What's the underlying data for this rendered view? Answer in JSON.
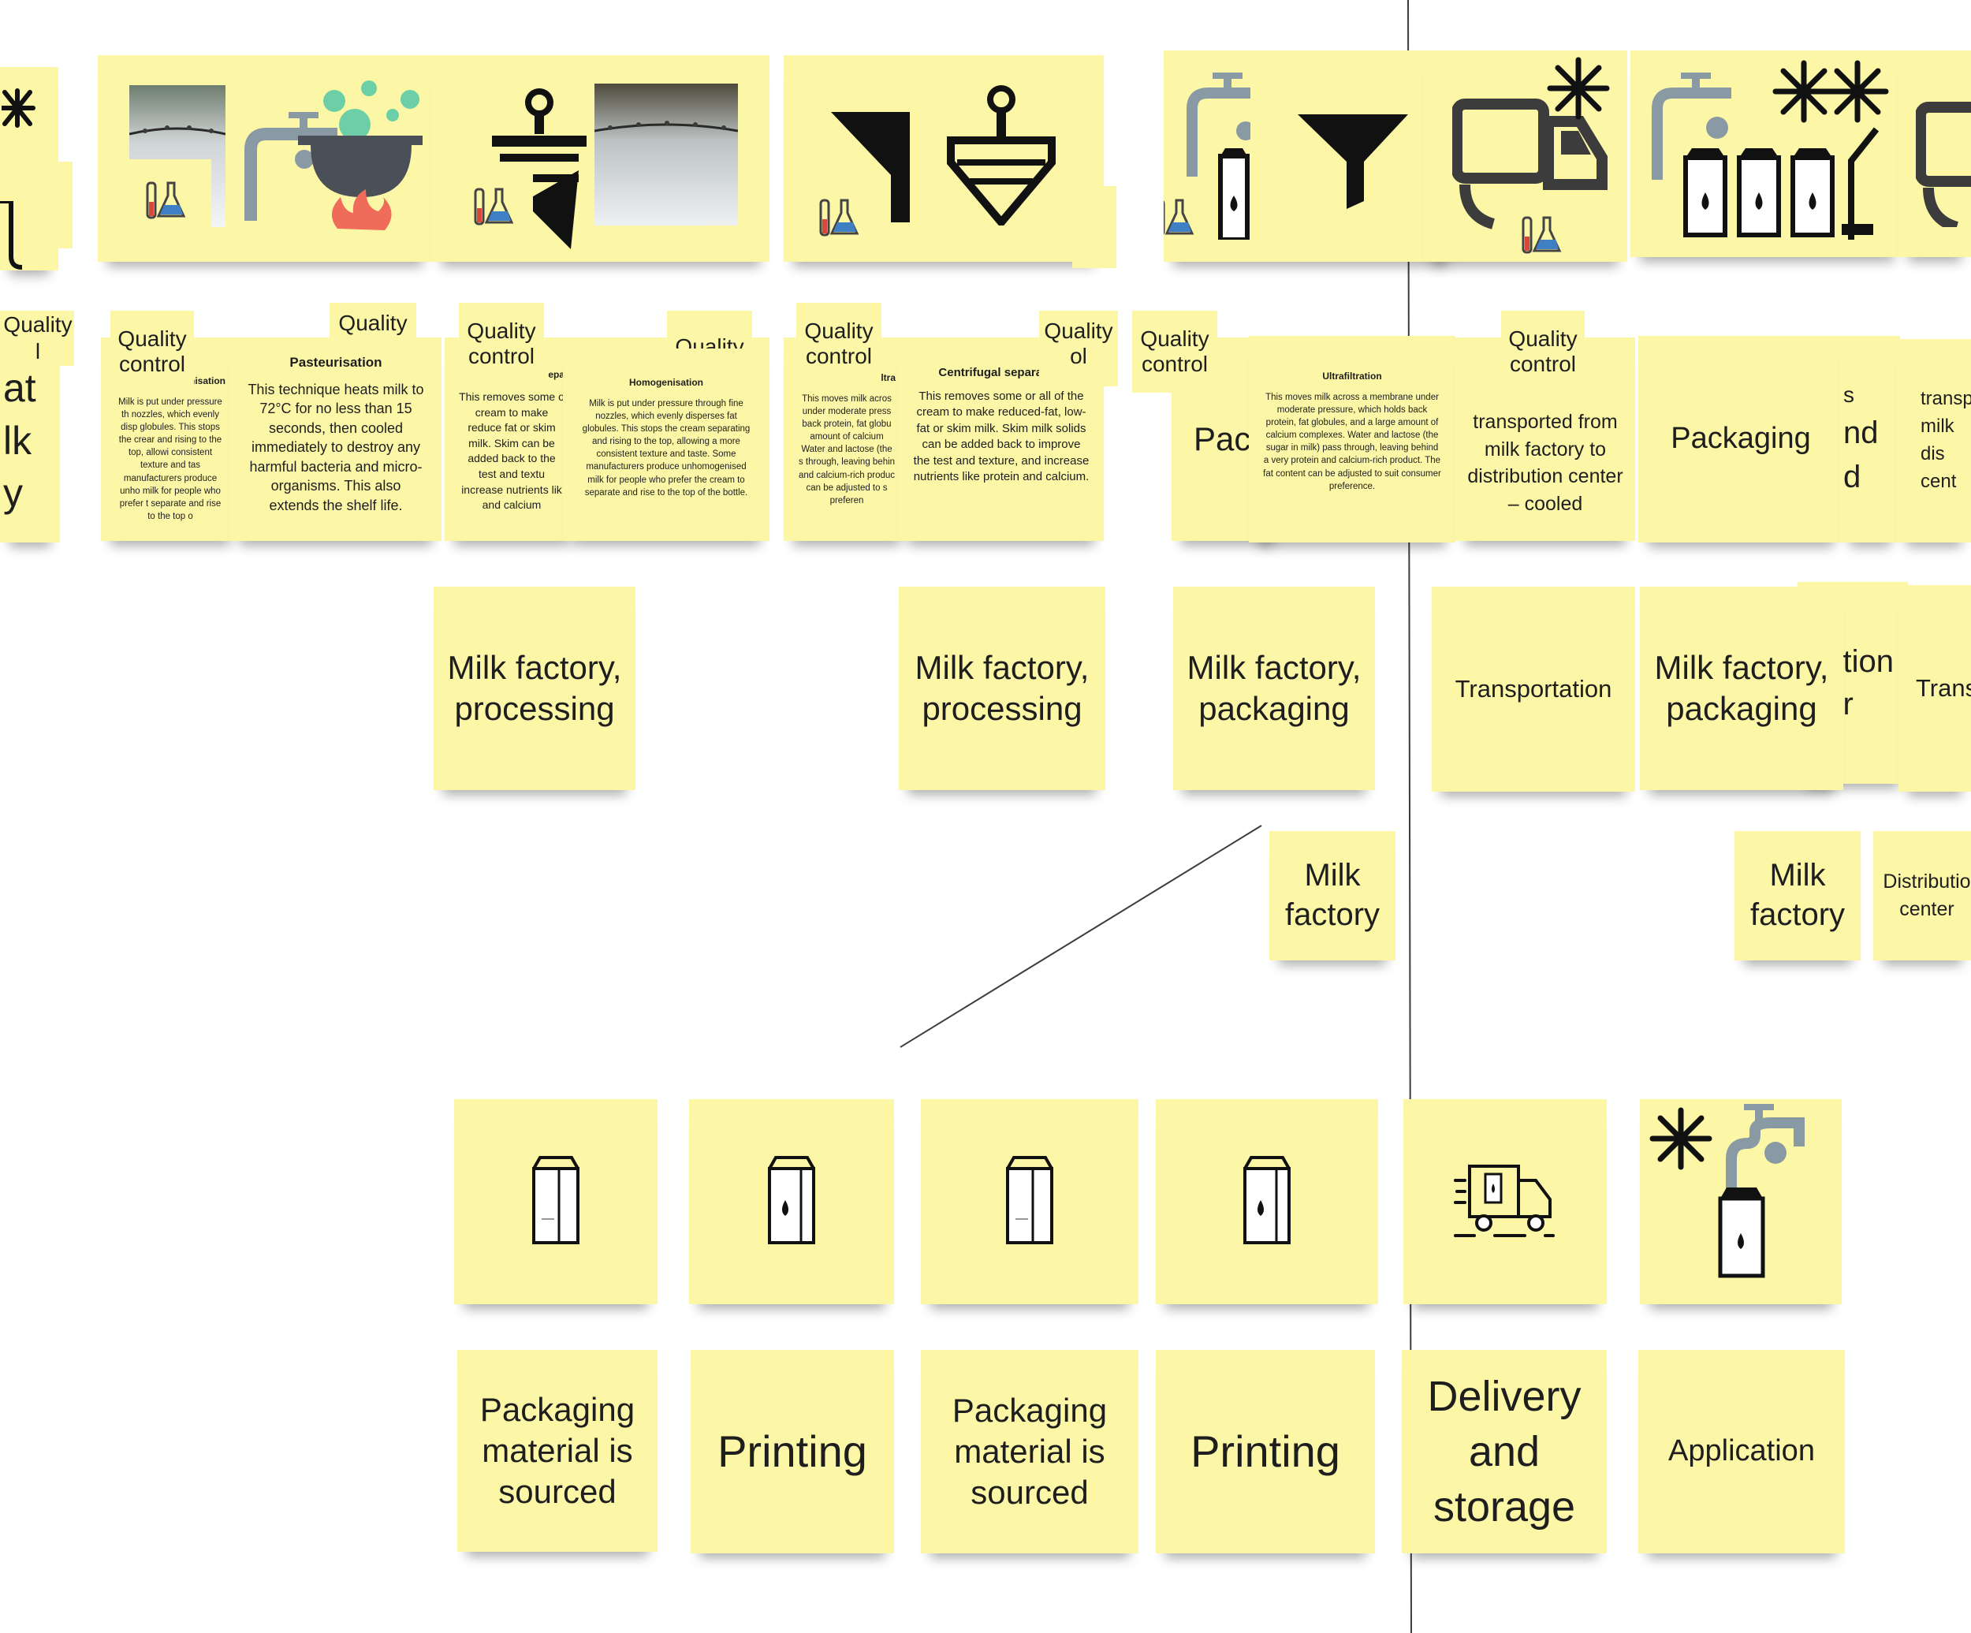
{
  "colors": {
    "sticky": "#fcf6a7",
    "divider": "#3c3c3c",
    "pipe": "#8a9aa4",
    "pot": "#4a4f58",
    "flame": "#ef6b5a",
    "bubble": "#6dcfa7",
    "liquid": "#3f7fc4"
  },
  "notes": {
    "quality": "Quality control",
    "quality_partial": "Quality",
    "quality_l": "Quality l",
    "quality_ol": "Quality ol",
    "pasteurisation": {
      "heading": "Pasteurisation",
      "body": "This technique heats milk to 72°C for no less than 15 seconds, then cooled immediately to destroy any harmful bacteria and micro-organisms. This also extends the shelf life."
    },
    "homogenisation": {
      "heading": "Homogenisation",
      "body": "Milk is put under pressure through fine nozzles, which evenly disperses fat globules. This stops the cream separating and rising to the top, allowing a more consistent texture and taste. Some manufacturers produce unhomogenised milk for people who prefer the cream to separate and rise to the top of the bottle."
    },
    "homogenisation_partial": {
      "heading": "enisation",
      "body": "Milk is put under pressure th nozzles, which evenly disp globules. This stops the crear and rising to the top, allowi consistent texture and tas manufacturers produce unho milk for people who prefer t separate and rise to the top o"
    },
    "centrifugal": {
      "heading": "Centrifugal separation",
      "body": "This removes some or all of the cream to make reduced-fat, low-fat or skim milk. Skim milk solids can be added back to improve the test and texture, and increase nutrients like protein and calcium."
    },
    "centrifugal_partial": {
      "heading": "epa",
      "body": "This removes some o cream to make reduce fat or skim milk. Skim can be added back to the test and textu increase nutrients lik and calcium"
    },
    "ultrafiltration": {
      "heading": "Ultrafiltration",
      "body": "This moves milk across a membrane under moderate pressure, which holds back protein, fat globules, and a large amount of calcium complexes. Water and lactose (the sugar in milk) pass through, leaving behind a very protein and calcium-rich product. The fat content can be adjusted to suit consumer preference."
    },
    "ultrafiltration_partial": {
      "heading": "iltra",
      "body": "This moves milk acros under moderate press back protein, fat globu amount of calcium Water and lactose (the s through, leaving behin and calcium-rich produc can be adjusted to s preferen"
    },
    "edge_fragment": {
      "l1": "at",
      "l2": "lk",
      "l3": "y"
    },
    "pac_fragment": "Pac",
    "transported": "transported from milk factory to distribution center – cooled",
    "packaging": "Packaging",
    "packaging_fragment": {
      "l1": "s",
      "l2": "nd",
      "l3": "d"
    },
    "transp_fragment": {
      "l1": "transp",
      "l2": "milk",
      "l3": "dis",
      "l4": "cent"
    },
    "mf_processing": "Milk factory, processing",
    "mf_packaging": "Milk factory, packaging",
    "transportation": "Transportation",
    "tion_fragment": {
      "l1": "tion",
      "l2": "r"
    },
    "trans_fragment": "Trans",
    "milk_factory": "Milk factory",
    "distribution_center": "Distributio center",
    "packaging_sourced": "Packaging material is sourced",
    "printing": "Printing",
    "delivery": "Delivery and storage",
    "application": "Application"
  },
  "icons": {
    "photo": "mist-spray-photo",
    "lab": "lab-flasks-icon",
    "pot": "cooking-pot-icon",
    "tap": "milk-tap-icon",
    "separator": "centrifuge-icon",
    "filter": "funnel-filter-icon",
    "truck": "truck-icon",
    "snow": "snowflake-icon",
    "carton": "milk-carton-icon",
    "delivery_truck": "delivery-truck-icon"
  }
}
